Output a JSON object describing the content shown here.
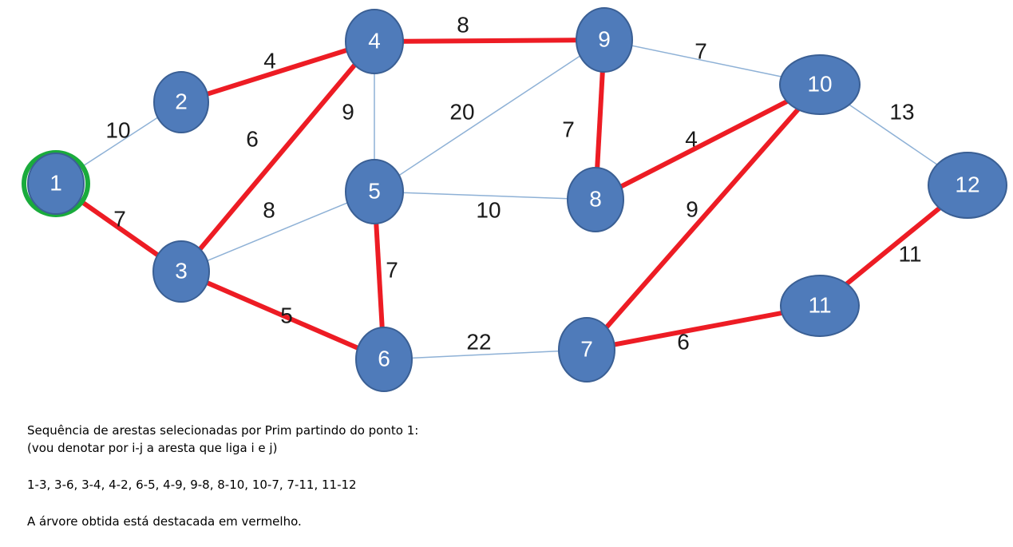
{
  "colors": {
    "node_fill": "#4f7bba",
    "node_stroke": "#3a5f94",
    "tree_edge": "#ed1c24",
    "other_edge": "#8eb1d6",
    "start_ring": "#1aab3c"
  },
  "graph": {
    "start_node": "1",
    "nodes": [
      {
        "id": "1",
        "label": "1"
      },
      {
        "id": "2",
        "label": "2"
      },
      {
        "id": "3",
        "label": "3"
      },
      {
        "id": "4",
        "label": "4"
      },
      {
        "id": "5",
        "label": "5"
      },
      {
        "id": "6",
        "label": "6"
      },
      {
        "id": "7",
        "label": "7"
      },
      {
        "id": "8",
        "label": "8"
      },
      {
        "id": "9",
        "label": "9"
      },
      {
        "id": "10",
        "label": "10"
      },
      {
        "id": "11",
        "label": "11"
      },
      {
        "id": "12",
        "label": "12"
      }
    ],
    "edges": [
      {
        "from": "1",
        "to": "2",
        "weight": "10",
        "in_tree": false
      },
      {
        "from": "1",
        "to": "3",
        "weight": "7",
        "in_tree": true
      },
      {
        "from": "2",
        "to": "4",
        "weight": "4",
        "in_tree": true
      },
      {
        "from": "3",
        "to": "4",
        "weight": "6",
        "in_tree": true
      },
      {
        "from": "3",
        "to": "5",
        "weight": "8",
        "in_tree": false
      },
      {
        "from": "3",
        "to": "6",
        "weight": "5",
        "in_tree": true
      },
      {
        "from": "4",
        "to": "5",
        "weight": "9",
        "in_tree": false
      },
      {
        "from": "4",
        "to": "9",
        "weight": "8",
        "in_tree": true
      },
      {
        "from": "5",
        "to": "9",
        "weight": "20",
        "in_tree": false
      },
      {
        "from": "5",
        "to": "8",
        "weight": "10",
        "in_tree": false
      },
      {
        "from": "5",
        "to": "6",
        "weight": "7",
        "in_tree": true
      },
      {
        "from": "9",
        "to": "8",
        "weight": "7",
        "in_tree": true
      },
      {
        "from": "9",
        "to": "10",
        "weight": "7",
        "in_tree": false
      },
      {
        "from": "8",
        "to": "10",
        "weight": "4",
        "in_tree": true
      },
      {
        "from": "10",
        "to": "12",
        "weight": "13",
        "in_tree": false
      },
      {
        "from": "10",
        "to": "7",
        "weight": "9",
        "in_tree": true
      },
      {
        "from": "6",
        "to": "7",
        "weight": "22",
        "in_tree": false
      },
      {
        "from": "7",
        "to": "11",
        "weight": "6",
        "in_tree": true
      },
      {
        "from": "11",
        "to": "12",
        "weight": "11",
        "in_tree": true
      }
    ]
  },
  "text": {
    "line1": "Sequência de arestas selecionadas por Prim partindo do ponto 1:",
    "line2": "(vou denotar por i-j a aresta que liga i e j)",
    "sequence": "1-3, 3-6, 3-4, 4-2, 6-5, 4-9, 9-8, 8-10, 10-7, 7-11, 11-12",
    "conclusion": "A árvore obtida está destacada em vermelho."
  }
}
